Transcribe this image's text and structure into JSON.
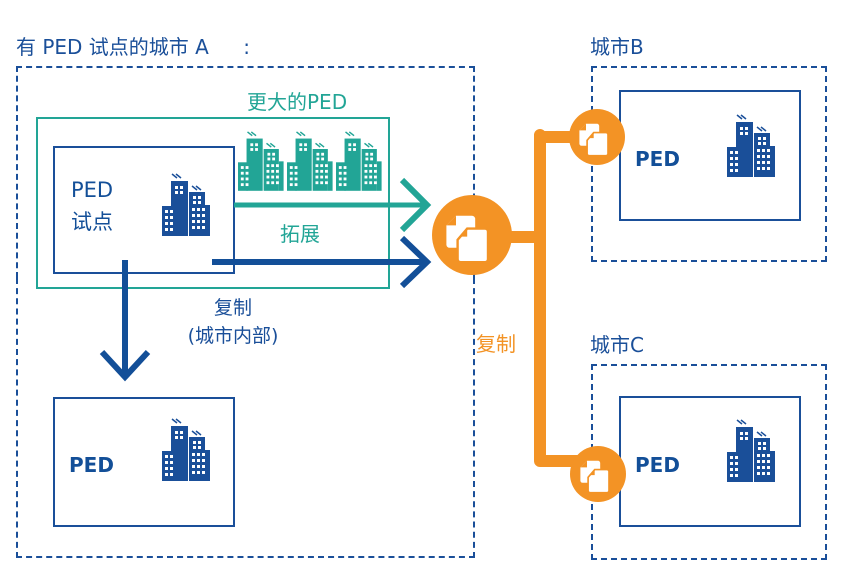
{
  "city_a": {
    "title": "有 PED 试点的城市 A",
    "title_colon": ":",
    "larger_ped_label": "更大的PED",
    "pilot": {
      "line1": "PED",
      "line2": "试点"
    },
    "expand_label": "拓展",
    "replicate_internal": {
      "line1": "复制",
      "line2": "(城市内部)"
    },
    "replica_ped_label": "PED"
  },
  "replicate_label": "复制",
  "city_b": {
    "title": "城市B",
    "ped_label": "PED"
  },
  "city_c": {
    "title": "城市C",
    "ped_label": "PED"
  },
  "icons": {
    "building": "office-building-icon",
    "copy": "copy-documents-icon",
    "arrow": "arrow-right-icon"
  },
  "colors": {
    "blue": "#1a4f99",
    "teal": "#22a596",
    "orange": "#f39325"
  }
}
